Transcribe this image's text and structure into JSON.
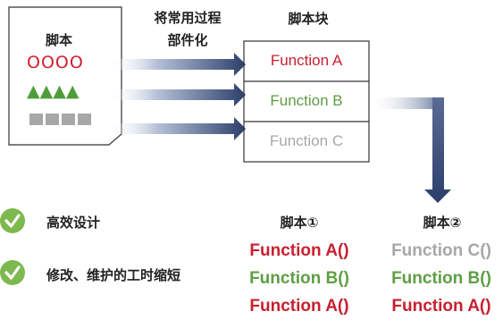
{
  "script_panel": {
    "title": "脚本",
    "red_circles": "OOOO",
    "green_triangles": "▲▲▲▲"
  },
  "step_label": {
    "line1": "将常用过程",
    "line2": "部件化"
  },
  "block": {
    "title": "脚本块",
    "functions": [
      "Function A",
      "Function B",
      "Function C"
    ]
  },
  "benefits": [
    "高效设计",
    "修改、维护的工时缩短"
  ],
  "usage": {
    "script1": {
      "title": "脚本①",
      "lines": [
        "Function A()",
        "Function B()",
        "Function A()"
      ]
    },
    "script2": {
      "title": "脚本②",
      "lines": [
        "Function C()",
        "Function B()",
        "Function A()"
      ]
    }
  },
  "colors": {
    "red": "#c8202f",
    "green": "#5e9e45",
    "gray": "#a7a7a7",
    "arrow_blue": "#2c3e6b",
    "check_green": "#7db94e"
  }
}
